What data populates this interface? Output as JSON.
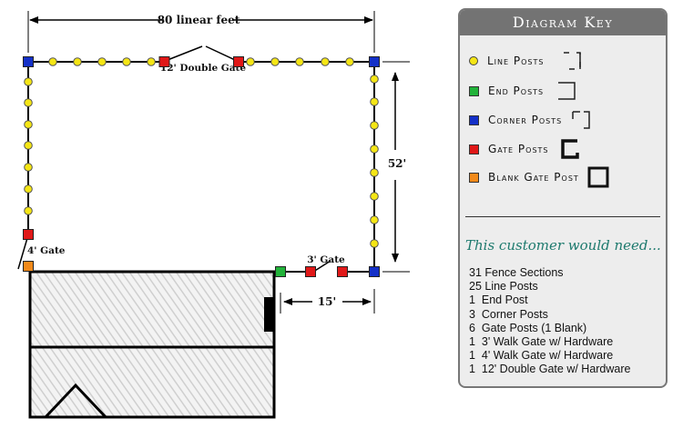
{
  "diagram": {
    "top_dimension": "80 linear feet",
    "right_dimension": "52'",
    "bottom_dimension": "15'",
    "double_gate_label": "12' Double Gate",
    "walk_gate_left_label": "4' Gate",
    "walk_gate_right_label": "3' Gate"
  },
  "colors": {
    "line_post": "#f5e615",
    "end_post": "#22b33a",
    "corner_post": "#1430c8",
    "gate_post": "#e01818",
    "blank_gate_post": "#f28a1a"
  },
  "key": {
    "title": "Diagram Key",
    "items": [
      {
        "label": "Line Posts",
        "marker": "line_post"
      },
      {
        "label": "End Posts",
        "marker": "end_post"
      },
      {
        "label": "Corner Posts",
        "marker": "corner_post"
      },
      {
        "label": "Gate Posts",
        "marker": "gate_post"
      },
      {
        "label": "Blank Gate Post",
        "marker": "blank_gate_post"
      }
    ],
    "need_heading": "This customer would need...",
    "needs": [
      "31 Fence Sections",
      "25 Line Posts",
      "1  End Post",
      "3  Corner Posts",
      "6  Gate Posts (1 Blank)",
      "1  3' Walk Gate w/ Hardware",
      "1  4' Walk Gate w/ Hardware",
      "1  12' Double Gate w/ Hardware"
    ]
  }
}
